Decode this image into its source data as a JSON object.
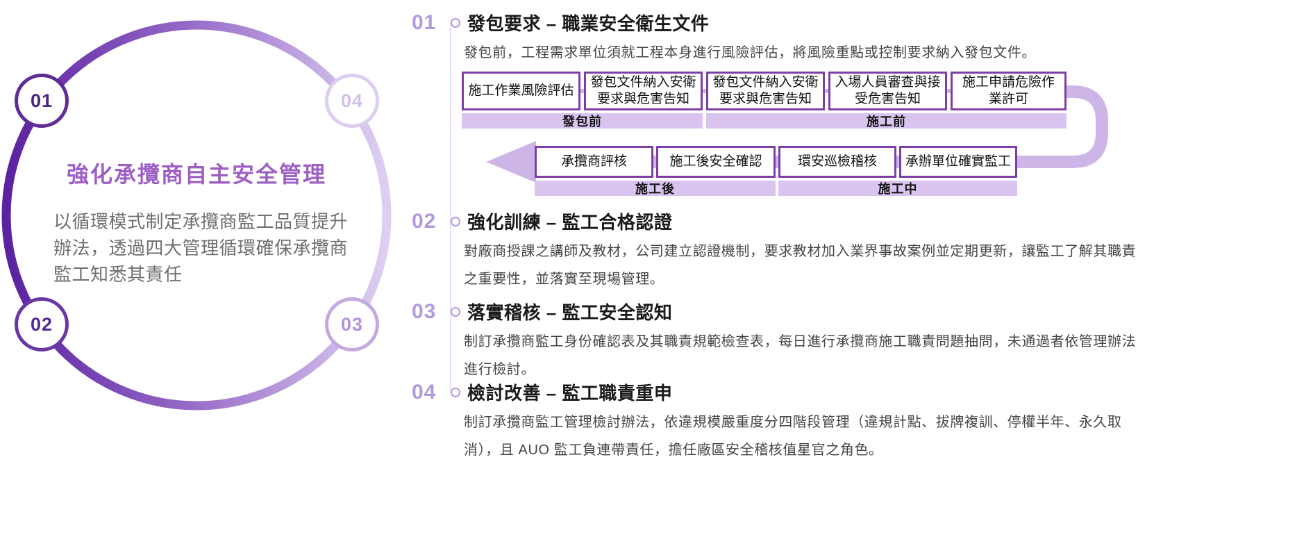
{
  "colors": {
    "accent_dark": "#5E2B97",
    "accent_mid": "#7D3FA5",
    "accent_light": "#B49ADA",
    "accent_pale": "#D8C4EF",
    "arrow": "#CDB5E8",
    "cycle_title_purple": "#9D5FC4"
  },
  "cycle": {
    "title": "強化承攬商自主安全管理",
    "description": "以循環模式制定承攬商監工品質提升辦法，透過四大管理循環確保承攬商監工知悉其責任",
    "badges": [
      {
        "label": "01"
      },
      {
        "label": "02"
      },
      {
        "label": "03"
      },
      {
        "label": "04"
      }
    ]
  },
  "sections": [
    {
      "number": "01",
      "title": "發包要求 – 職業安全衛生文件",
      "description": "發包前，工程需求單位須就工程本身進行風險評估，將風險重點或控制要求納入發包文件。"
    },
    {
      "number": "02",
      "title": "強化訓練 – 監工合格認證",
      "description": "對廠商授課之講師及教材，公司建立認證機制，要求教材加入業界事故案例並定期更新，讓監工了解其職責之重要性，並落實至現場管理。"
    },
    {
      "number": "03",
      "title": "落實稽核 – 監工安全認知",
      "description": "制訂承攬商監工身份確認表及其職責規範檢查表，每日進行承攬商施工職責問題抽問，未通過者依管理辦法進行檢討。"
    },
    {
      "number": "04",
      "title": "檢討改善 – 監工職責重申",
      "description": "制訂承攬商監工管理檢討辦法，依違規模嚴重度分四階段管理（違規計點、拔牌複訓、停權半年、永久取消），且 AUO 監工負連帶責任，擔任廠區安全稽核值星官之角色。"
    }
  ],
  "flow": {
    "top_steps": [
      "施工作業風險評估",
      "發包文件納入安衛要求與危害告知",
      "發包文件納入安衛要求與危害告知",
      "入場人員審查與接受危害告知",
      "施工申請危險作業許可"
    ],
    "top_phases": [
      "發包前",
      "施工前"
    ],
    "bottom_steps": [
      "承攬商評核",
      "施工後安全確認",
      "環安巡檢稽核",
      "承辦單位確實監工"
    ],
    "bottom_phases": [
      "施工後",
      "施工中"
    ]
  }
}
